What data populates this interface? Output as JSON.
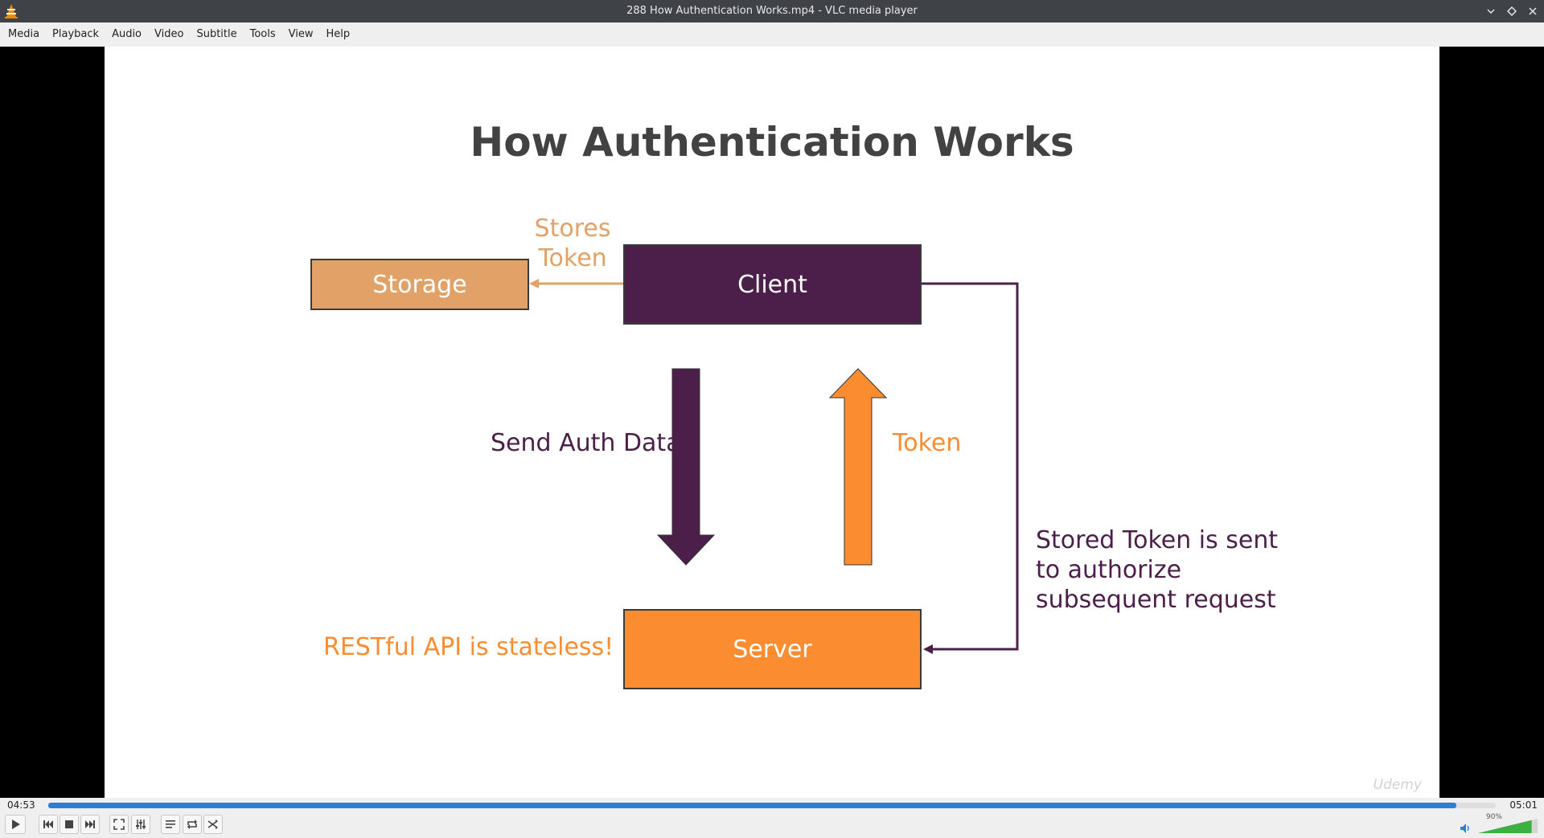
{
  "window": {
    "title": "288 How Authentication Works.mp4 - VLC media player"
  },
  "menu": {
    "items": [
      "Media",
      "Playback",
      "Audio",
      "Video",
      "Subtitle",
      "Tools",
      "View",
      "Help"
    ]
  },
  "slide": {
    "title": "How Authentication Works",
    "storage_label": "Storage",
    "client_label": "Client",
    "server_label": "Server",
    "stores_token_line1": "Stores",
    "stores_token_line2": "Token",
    "send_auth_label": "Send Auth Data",
    "token_label": "Token",
    "stored_token_note": "Stored Token is sent to authorize subsequent request",
    "restful_note": "RESTful API is stateless!",
    "watermark": "Udemy",
    "colors": {
      "plum": "#4c1f4a",
      "orange": "#fb8c2f",
      "tan": "#e2a167"
    }
  },
  "player": {
    "current_time": "04:53",
    "total_time": "05:01",
    "progress_fraction": 0.973,
    "volume_label": "90%",
    "volume_fraction": 0.9,
    "accent": "#2f7fd0"
  },
  "icons": {
    "app": "vlc-cone-icon",
    "window": [
      "minimize-icon",
      "restore-icon",
      "close-icon"
    ],
    "controls": [
      "play-icon",
      "previous-icon",
      "stop-icon",
      "next-icon",
      "fullscreen-icon",
      "extended-settings-icon",
      "playlist-icon",
      "loop-icon",
      "shuffle-icon"
    ],
    "volume": "speaker-icon"
  }
}
